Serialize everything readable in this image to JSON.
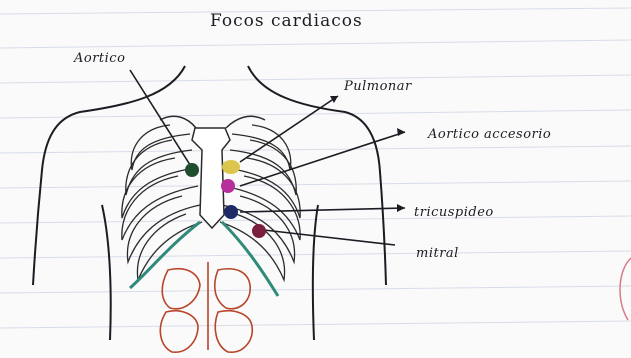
{
  "title": "Focos cardiacos",
  "labels": {
    "aortico": "Aortico",
    "pulmonar": "Pulmonar",
    "aortico_accesorio": "Aortico accesorio",
    "tricuspideo": "tricuspideo",
    "mitral": "mitral"
  },
  "colors": {
    "aortico": "#1f4d2e",
    "pulmonar": "#d9c64a",
    "aortico_accesorio": "#b5309a",
    "tricuspideo": "#1e2a66",
    "mitral": "#7a1f3d",
    "diaphragm": "#2f8a7a",
    "abdomen": "#b8452a",
    "paper_lines": "#d7dde8",
    "ink": "#1c1c24"
  }
}
